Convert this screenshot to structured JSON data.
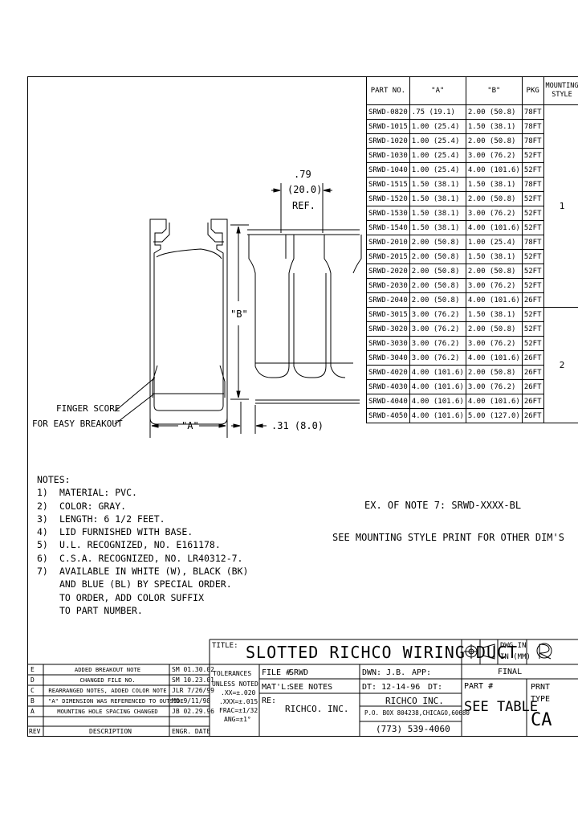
{
  "table": {
    "headers": [
      "PART NO.",
      "\"A\"",
      "\"B\"",
      "PKG",
      "MOUNTING STYLE"
    ],
    "rows": [
      [
        "SRWD-0820",
        ".75 (19.1)",
        "2.00 (50.8)",
        "78FT"
      ],
      [
        "SRWD-1015",
        "1.00 (25.4)",
        "1.50 (38.1)",
        "78FT"
      ],
      [
        "SRWD-1020",
        "1.00 (25.4)",
        "2.00 (50.8)",
        "78FT"
      ],
      [
        "SRWD-1030",
        "1.00 (25.4)",
        "3.00 (76.2)",
        "52FT"
      ],
      [
        "SRWD-1040",
        "1.00 (25.4)",
        "4.00 (101.6)",
        "52FT"
      ],
      [
        "SRWD-1515",
        "1.50 (38.1)",
        "1.50 (38.1)",
        "78FT"
      ],
      [
        "SRWD-1520",
        "1.50 (38.1)",
        "2.00 (50.8)",
        "52FT"
      ],
      [
        "SRWD-1530",
        "1.50 (38.1)",
        "3.00 (76.2)",
        "52FT"
      ],
      [
        "SRWD-1540",
        "1.50 (38.1)",
        "4.00 (101.6)",
        "52FT"
      ],
      [
        "SRWD-2010",
        "2.00 (50.8)",
        "1.00 (25.4)",
        "78FT"
      ],
      [
        "SRWD-2015",
        "2.00 (50.8)",
        "1.50 (38.1)",
        "52FT"
      ],
      [
        "SRWD-2020",
        "2.00 (50.8)",
        "2.00 (50.8)",
        "52FT"
      ],
      [
        "SRWD-2030",
        "2.00 (50.8)",
        "3.00 (76.2)",
        "52FT"
      ],
      [
        "SRWD-2040",
        "2.00 (50.8)",
        "4.00 (101.6)",
        "26FT"
      ],
      [
        "SRWD-3015",
        "3.00 (76.2)",
        "1.50 (38.1)",
        "52FT"
      ],
      [
        "SRWD-3020",
        "3.00 (76.2)",
        "2.00 (50.8)",
        "52FT"
      ],
      [
        "SRWD-3030",
        "3.00 (76.2)",
        "3.00 (76.2)",
        "52FT"
      ],
      [
        "SRWD-3040",
        "3.00 (76.2)",
        "4.00 (101.6)",
        "26FT"
      ],
      [
        "SRWD-4020",
        "4.00 (101.6)",
        "2.00 (50.8)",
        "26FT"
      ],
      [
        "SRWD-4030",
        "4.00 (101.6)",
        "3.00 (76.2)",
        "26FT"
      ],
      [
        "SRWD-4040",
        "4.00 (101.6)",
        "4.00 (101.6)",
        "26FT"
      ],
      [
        "SRWD-4050",
        "4.00 (101.6)",
        "5.00 (127.0)",
        "26FT"
      ]
    ],
    "style_1": "1",
    "style_2": "2"
  },
  "drawing": {
    "dim_79": ".79",
    "dim_200": "(20.0)",
    "dim_ref": "REF.",
    "dim_b": "\"B\"",
    "dim_a": "\"A\"",
    "dim_31": ".31 (8.0)",
    "finger1": "FINGER SCORE",
    "finger2": "FOR EASY BREAKOUT"
  },
  "notes": {
    "heading": "NOTES:",
    "items": [
      [
        "1)",
        "MATERIAL:  PVC."
      ],
      [
        "2)",
        "COLOR:  GRAY."
      ],
      [
        "3)",
        "LENGTH:  6 1/2 FEET."
      ],
      [
        "4)",
        "LID FURNISHED WITH BASE."
      ],
      [
        "5)",
        "U.L. RECOGNIZED, NO. E161178."
      ],
      [
        "6)",
        "C.S.A. RECOGNIZED, NO. LR40312-7."
      ],
      [
        "7)",
        "AVAILABLE IN WHITE (W), BLACK (BK)"
      ],
      [
        "",
        "AND BLUE (BL) BY SPECIAL ORDER."
      ],
      [
        "",
        "TO ORDER, ADD COLOR SUFFIX"
      ],
      [
        "",
        "TO PART NUMBER."
      ]
    ],
    "example": "EX. OF NOTE 7:  SRWD-XXXX-BL",
    "see_mounting": "SEE MOUNTING STYLE PRINT FOR OTHER DIM'S"
  },
  "titleblock": {
    "title_label": "TITLE:",
    "title": "SLOTTED RICHCO WIRING DUCT",
    "dwg_in": "DWG IN",
    "in_mm": "IN (MM)",
    "tolerances": "TOLERANCES",
    "unless": "UNLESS NOTED",
    "xx": ".XX=±.020",
    "xxx": ".XXX=±.015",
    "frac": "FRAC=±1/32",
    "ang": "ANG=±1°",
    "file_label": "FILE #",
    "file": "SRWD",
    "matl_label": "MAT'L:",
    "matl": "SEE NOTES",
    "re_label": "RE:",
    "re": "RICHCO. INC.",
    "dwn": "DWN: J.B.",
    "app": "APP:",
    "dt": "DT: 12-14-96",
    "dt2": "DT:",
    "final": "FINAL",
    "company": "RICHCO INC.",
    "address": "P.O. BOX 804238,CHICAGO,60680",
    "phone": "(773) 539-4060",
    "part_label": "PART #",
    "part": "SEE TABLE",
    "prnt": "PRNT",
    "type": "TYPE",
    "type_val": "CA"
  },
  "revisions": {
    "rows": [
      [
        "E",
        "ADDED BREAKOUT NOTE",
        "SM 01.30.02"
      ],
      [
        "D",
        "CHANGED FILE NO.",
        "SM 10.23.01"
      ],
      [
        "C",
        "REARRANGED NOTES, ADDED COLOR NOTE",
        "JLR 7/26/99"
      ],
      [
        "B",
        "\"A\" DIMENSION WAS REFERENCED TO OUTSIDE",
        "MO 9/11/98"
      ],
      [
        "A",
        "MOUNTING HOLE SPACING CHANGED",
        "JB 02.29.96"
      ]
    ],
    "h_rev": "REV",
    "h_desc": "DESCRIPTION",
    "h_engr": "ENGR.  DATE"
  }
}
